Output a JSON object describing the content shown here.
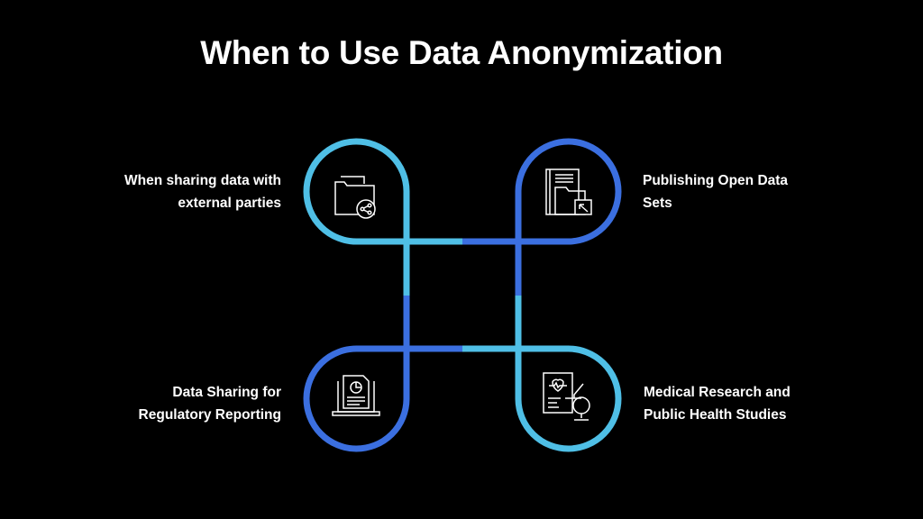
{
  "title": "When to Use Data Anonymization",
  "colors": {
    "light": "#4fbfe6",
    "dark": "#3b6fe0",
    "background": "#000000",
    "text": "#ffffff"
  },
  "items": [
    {
      "label_line1": "When sharing data with",
      "label_line2": "external parties",
      "icon": "folder-share-icon",
      "color": "light"
    },
    {
      "label_line1": "Publishing Open Data",
      "label_line2": "Sets",
      "icon": "open-data-folder-icon",
      "color": "dark"
    },
    {
      "label_line1": "Data Sharing for",
      "label_line2": "Regulatory Reporting",
      "icon": "laptop-report-icon",
      "color": "dark"
    },
    {
      "label_line1": "Medical Research and",
      "label_line2": "Public Health Studies",
      "icon": "medical-research-icon",
      "color": "light"
    }
  ]
}
